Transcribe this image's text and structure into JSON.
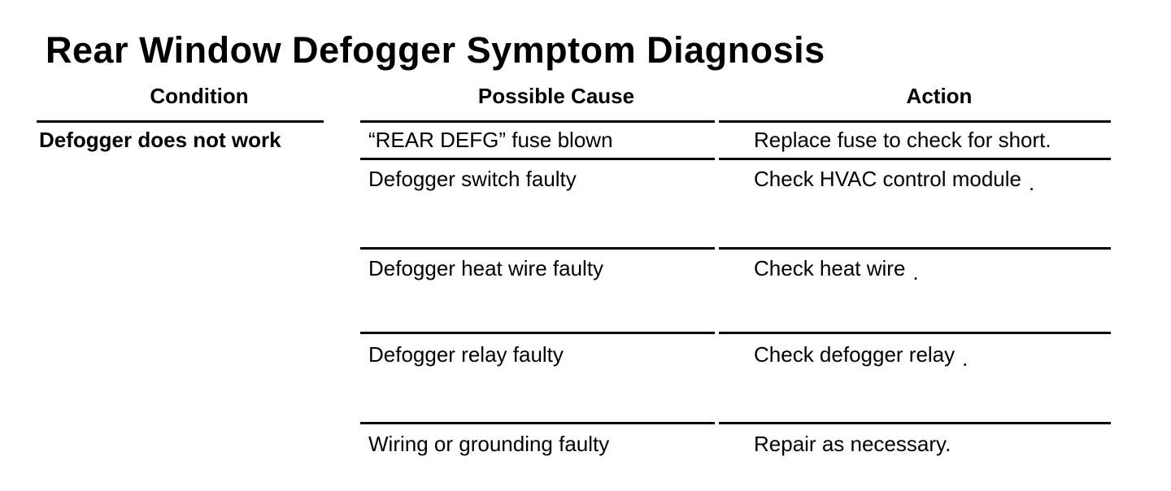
{
  "title": "Rear Window Defogger Symptom Diagnosis",
  "colors": {
    "background": "#ffffff",
    "text": "#000000",
    "rule": "#000000"
  },
  "table": {
    "headers": {
      "condition": "Condition",
      "possible_cause": "Possible Cause",
      "action": "Action"
    },
    "condition": "Defogger does not work",
    "rows": [
      {
        "cause": "“REAR DEFG” fuse blown",
        "action": "Replace fuse to check for short.",
        "action_suffix": ""
      },
      {
        "cause": "Defogger switch faulty",
        "action": "Check HVAC control module",
        "action_suffix": "."
      },
      {
        "cause": "Defogger heat wire faulty",
        "action": "Check heat wire",
        "action_suffix": "."
      },
      {
        "cause": "Defogger relay faulty",
        "action": "Check defogger relay",
        "action_suffix": "."
      },
      {
        "cause": "Wiring or grounding faulty",
        "action": "Repair as necessary.",
        "action_suffix": ""
      }
    ]
  }
}
